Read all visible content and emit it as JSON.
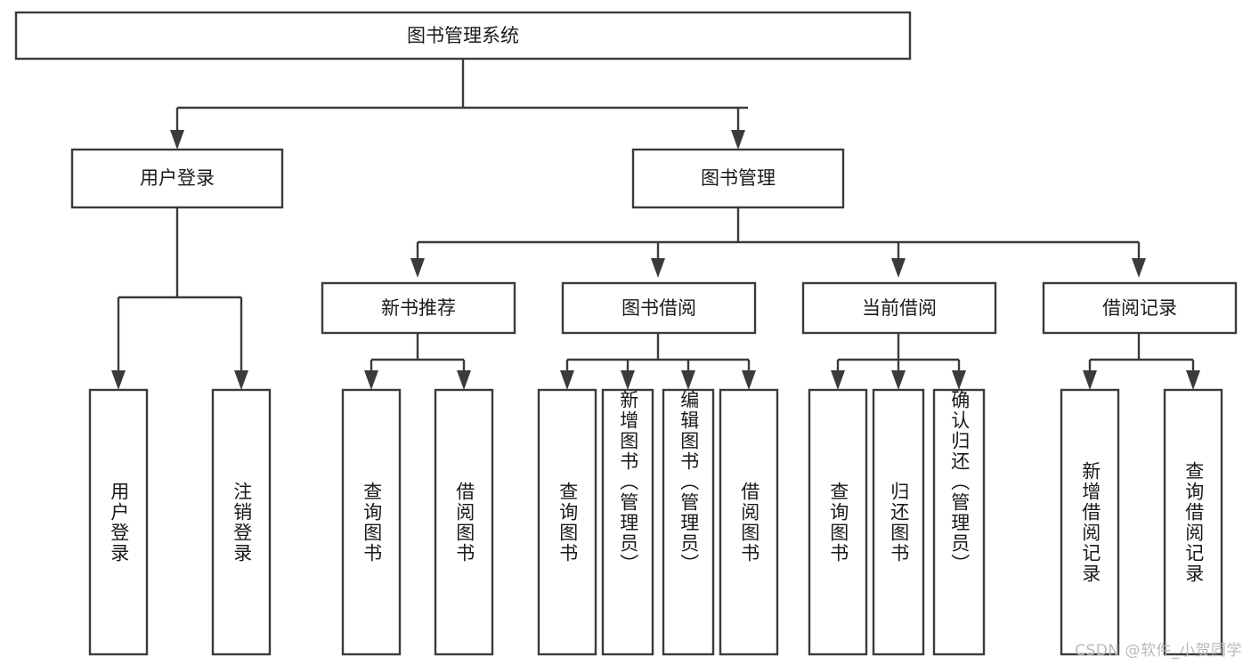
{
  "diagram": {
    "title": "图书管理系统",
    "type": "tree",
    "watermark": "CSDN @软件_小贺同学",
    "colors": {
      "stroke": "#3b3b3b",
      "box_fill": "#ffffff",
      "text": "#1a1a1a",
      "watermark": "#b9b9b9",
      "background": "#ffffff"
    },
    "root": {
      "label": "图书管理系统"
    },
    "level2": [
      {
        "label": "用户登录"
      },
      {
        "label": "图书管理"
      }
    ],
    "level3": [
      {
        "label": "新书推荐"
      },
      {
        "label": "图书借阅"
      },
      {
        "label": "当前借阅"
      },
      {
        "label": "借阅记录"
      }
    ],
    "leaves": {
      "user_login": [
        {
          "label": "用户登录"
        },
        {
          "label": "注销登录"
        }
      ],
      "new_book_recommend": [
        {
          "label": "查询图书"
        },
        {
          "label": "借阅图书"
        }
      ],
      "book_borrow": [
        {
          "label": "查询图书"
        },
        {
          "label": "新增图书（管理员）"
        },
        {
          "label": "编辑图书（管理员）"
        },
        {
          "label": "借阅图书"
        }
      ],
      "current_borrow": [
        {
          "label": "查询图书"
        },
        {
          "label": "归还图书"
        },
        {
          "label": "确认归还（管理员）"
        }
      ],
      "borrow_record": [
        {
          "label": "新增借阅记录"
        },
        {
          "label": "查询借阅记录"
        }
      ]
    }
  }
}
